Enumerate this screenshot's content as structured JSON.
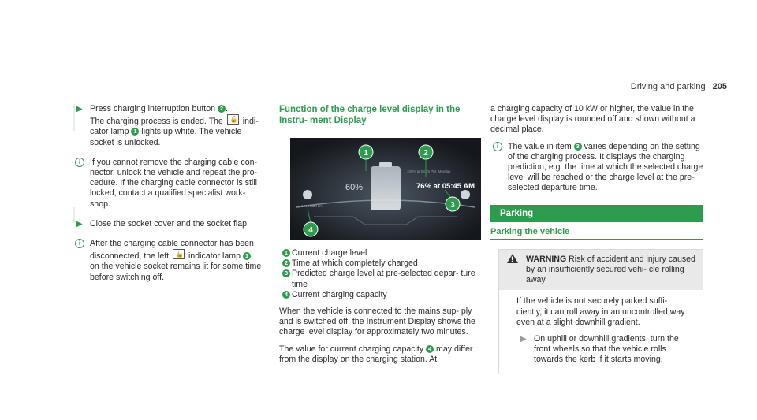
{
  "header": {
    "section": "Driving and parking",
    "page": "205"
  },
  "col1": {
    "step1": {
      "pre": "Press charging interruption button",
      "badge": "2",
      "post": ".",
      "line2pre": "The charging process is ended. The",
      "line2post": "indi-",
      "line3pre": "cator lamp",
      "badge2": "1",
      "line3post": "lights up white. The vehicle",
      "line4": "socket is unlocked."
    },
    "note1": "If you cannot remove the charging cable con- nector, unlock the vehicle and repeat the pro- cedure. If the charging cable connector is still locked, contact a qualified specialist work- shop.",
    "step2": "Close the socket cover and the socket flap.",
    "note2": {
      "pre": "After the charging cable connector has been disconnected, the left",
      "mid": "indicator lamp",
      "badge": "1",
      "post": "on the vehicle socket remains lit for some time before switching off."
    }
  },
  "col2": {
    "title": "Function of the charge level display in the Instru- ment Display",
    "dash": {
      "callout1": "1",
      "callout2": "2",
      "callout3": "3",
      "callout4": "4",
      "percent": "60%",
      "prediction": "76% at 05:45 AM",
      "small_text": "100% at 08:15 PM, Monday",
      "range": "1866 max 8A"
    },
    "legend": [
      {
        "n": "1",
        "text": "Current charge level"
      },
      {
        "n": "2",
        "text": "Time at which completely charged"
      },
      {
        "n": "3",
        "text": "Predicted charge level at pre-selected depar- ture time"
      },
      {
        "n": "4",
        "text": "Current charging capacity"
      }
    ],
    "para1": "When the vehicle is connected to the mains sup- ply and is switched off, the Instrument Display shows the charge level display for approximately two minutes.",
    "para2": {
      "pre": "The value for current charging capacity",
      "badge": "4",
      "post": "may differ from the display on the charging station. At"
    }
  },
  "col3": {
    "para1": "a charging capacity of 10 kW or higher, the value in the charge level display is rounded off and shown without a decimal place.",
    "note": {
      "pre": "The value in item",
      "badge": "3",
      "post": "varies depending on the setting of the charging process. It displays the charging prediction, e.g. the time at which the selected charge level will be reached or the charge level at the pre-selected departure time."
    },
    "banner": "Parking",
    "subtitle": "Parking the vehicle",
    "warning": {
      "label": "WARNING",
      "head": "Risk of accident and injury caused by an insufficiently secured vehi- cle rolling away",
      "body": "If the vehicle is not securely parked suffi- ciently, it can roll away in an uncontrolled way even at a slight downhill gradient.",
      "step": "On uphill or downhill gradients, turn the front wheels so that the vehicle rolls towards the kerb if it starts moving."
    }
  }
}
